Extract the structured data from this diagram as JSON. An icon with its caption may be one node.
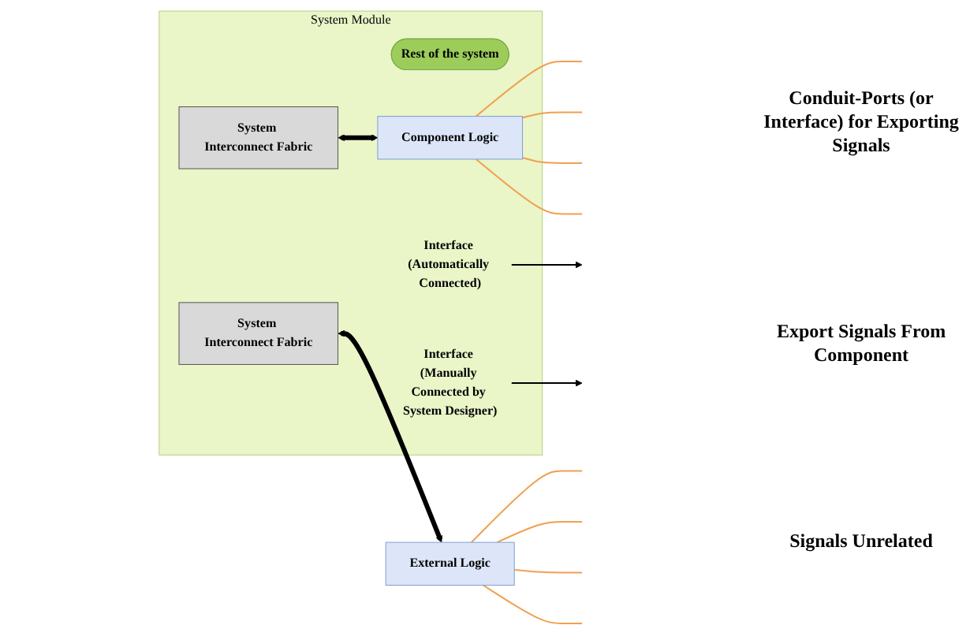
{
  "diagram": {
    "nodes": [
      {
        "text": [
          "System Module"
        ]
      },
      {
        "text": [
          "Rest of the system"
        ],
        "in": 0
      },
      {
        "text": [
          "System Interconnect Fabric"
        ],
        "in": 0
      },
      {
        "text": [
          "Component Logic"
        ],
        "in": 0
      },
      {
        "text": [
          "System Interconnect Fabric"
        ],
        "in": 0
      },
      {
        "text": [
          "External Logic"
        ]
      },
      {
        "text": [
          "Interface (Automatically Connected)"
        ],
        "in": 0
      },
      {
        "text": [
          "Interface (Manually Connected by System Designer)"
        ],
        "in": 0
      }
    ],
    "edges": [
      {
        "from": 2,
        "to": 3,
        "arrow": "both",
        "style": "thick",
        "color": "#000000"
      },
      {
        "from": 4,
        "to": 5,
        "arrow": "both",
        "style": "thick",
        "color": "#000000"
      },
      {
        "from": 6,
        "to": null,
        "arrow": "to",
        "color": "#000000"
      },
      {
        "from": 7,
        "to": null,
        "arrow": "to",
        "color": "#000000"
      },
      {
        "from": 3,
        "to": null,
        "arrow": "none",
        "color": "#f0a050"
      },
      {
        "from": 3,
        "to": null,
        "arrow": "none",
        "color": "#f0a050"
      },
      {
        "from": 3,
        "to": null,
        "arrow": "none",
        "color": "#f0a050"
      },
      {
        "from": 3,
        "to": null,
        "arrow": "none",
        "color": "#f0a050"
      },
      {
        "from": 5,
        "to": null,
        "arrow": "none",
        "color": "#f0a050"
      },
      {
        "from": 5,
        "to": null,
        "arrow": "none",
        "color": "#f0a050"
      },
      {
        "from": 5,
        "to": null,
        "arrow": "none",
        "color": "#f0a050"
      },
      {
        "from": 5,
        "to": null,
        "arrow": "none",
        "color": "#f0a050"
      }
    ],
    "labels": [
      "Conduit-Ports (or Interface) for Exporting Signals",
      "Export Signals From Component",
      "Signals Unrelated"
    ]
  }
}
